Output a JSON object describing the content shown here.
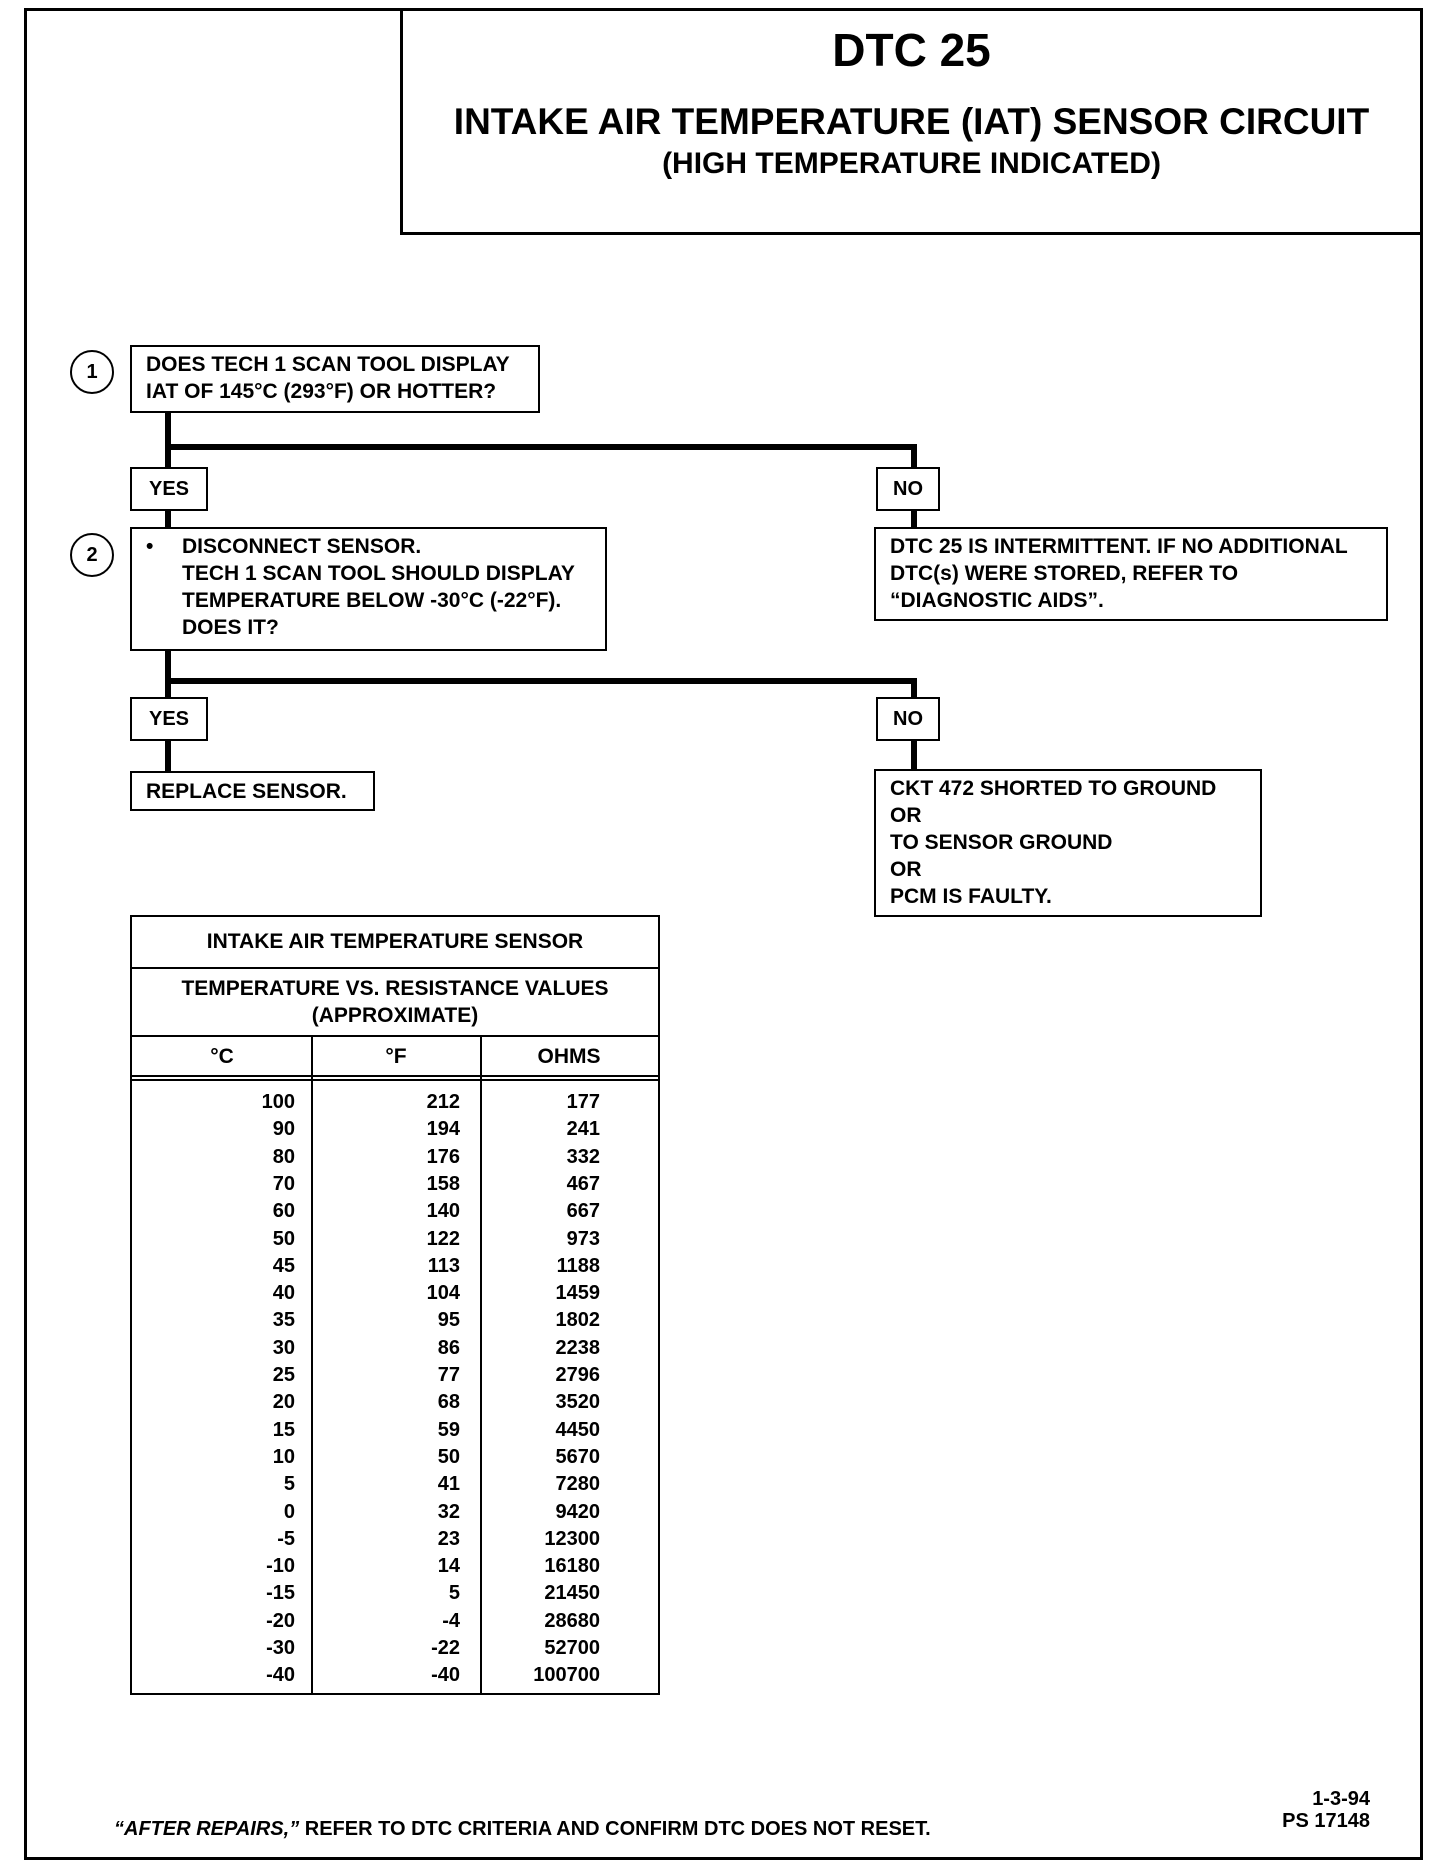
{
  "header": {
    "dtc": "DTC 25",
    "title": "INTAKE AIR TEMPERATURE (IAT) SENSOR CIRCUIT",
    "subtitle": "(HIGH TEMPERATURE INDICATED)"
  },
  "flow": {
    "step1": {
      "number": "1",
      "lines": [
        "DOES TECH 1 SCAN TOOL DISPLAY",
        "IAT OF 145°C (293°F) OR HOTTER?"
      ]
    },
    "step1_yes": "YES",
    "step1_no": "NO",
    "step1_no_result": [
      "DTC 25 IS INTERMITTENT.  IF NO ADDITIONAL",
      "DTC(s) WERE STORED, REFER TO",
      "“DIAGNOSTIC AIDS”."
    ],
    "step2": {
      "number": "2",
      "bullet": "•",
      "lines": [
        "DISCONNECT SENSOR.",
        "TECH 1 SCAN TOOL SHOULD DISPLAY",
        "TEMPERATURE BELOW -30°C (-22°F).",
        "DOES IT?"
      ]
    },
    "step2_yes": "YES",
    "step2_no": "NO",
    "step2_yes_result": "REPLACE SENSOR.",
    "step2_no_result": [
      "CKT 472  SHORTED TO GROUND",
      "OR",
      "TO SENSOR GROUND",
      "OR",
      "PCM IS FAULTY."
    ]
  },
  "table": {
    "title": "INTAKE AIR TEMPERATURE SENSOR",
    "subtitle_line1": "TEMPERATURE VS. RESISTANCE VALUES",
    "subtitle_line2": "(APPROXIMATE)",
    "columns": [
      "°C",
      "°F",
      "OHMS"
    ],
    "rows": [
      [
        "100",
        "212",
        "177"
      ],
      [
        "90",
        "194",
        "241"
      ],
      [
        "80",
        "176",
        "332"
      ],
      [
        "70",
        "158",
        "467"
      ],
      [
        "60",
        "140",
        "667"
      ],
      [
        "50",
        "122",
        "973"
      ],
      [
        "45",
        "113",
        "1188"
      ],
      [
        "40",
        "104",
        "1459"
      ],
      [
        "35",
        "95",
        "1802"
      ],
      [
        "30",
        "86",
        "2238"
      ],
      [
        "25",
        "77",
        "2796"
      ],
      [
        "20",
        "68",
        "3520"
      ],
      [
        "15",
        "59",
        "4450"
      ],
      [
        "10",
        "50",
        "5670"
      ],
      [
        "5",
        "41",
        "7280"
      ],
      [
        "0",
        "32",
        "9420"
      ],
      [
        "-5",
        "23",
        "12300"
      ],
      [
        "-10",
        "14",
        "16180"
      ],
      [
        "-15",
        "5",
        "21450"
      ],
      [
        "-20",
        "-4",
        "28680"
      ],
      [
        "-30",
        "-22",
        "52700"
      ],
      [
        "-40",
        "-40",
        "100700"
      ]
    ]
  },
  "footer": {
    "italic": "“AFTER REPAIRS,”",
    "text": " REFER TO DTC CRITERIA AND CONFIRM DTC DOES NOT RESET.",
    "date": "1-3-94",
    "ps": "PS 17148"
  }
}
